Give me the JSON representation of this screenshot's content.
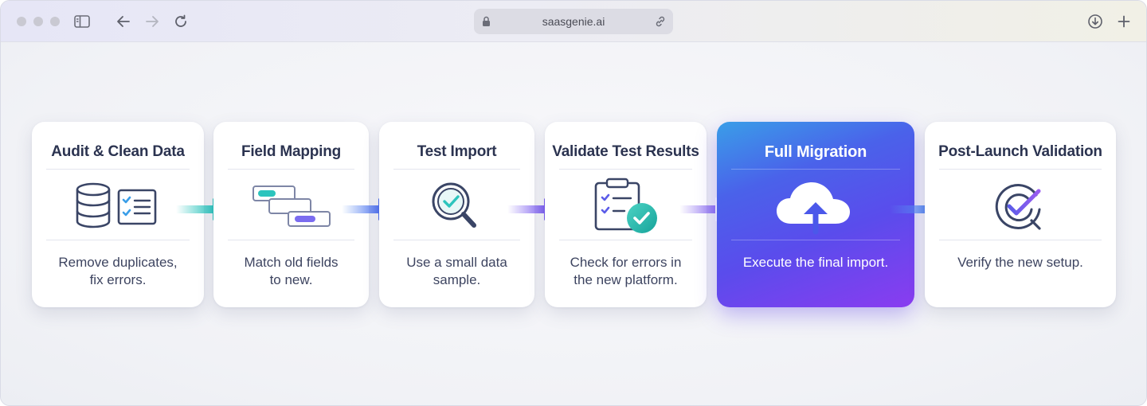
{
  "browser": {
    "url": "saasgenie.ai"
  },
  "steps": [
    {
      "title": "Audit & Clean Data",
      "description": "Remove duplicates,\nfix errors.",
      "icon": "database-checklist-icon"
    },
    {
      "title": "Field Mapping",
      "description": "Match old fields\nto new.",
      "icon": "field-mapping-icon"
    },
    {
      "title": "Test Import",
      "description": "Use a small data\nsample.",
      "icon": "magnifier-check-icon"
    },
    {
      "title": "Validate Test Results",
      "description": "Check for errors in\nthe new platform.",
      "icon": "clipboard-check-icon"
    },
    {
      "title": "Full Migration",
      "description": "Execute the final import.",
      "icon": "cloud-upload-icon",
      "highlighted": true
    },
    {
      "title": "Post-Launch Validation",
      "description": "Verify the new setup.",
      "icon": "target-check-icon"
    }
  ],
  "colors": {
    "accent_start": "#3a9ee8",
    "accent_end": "#8a3cf0",
    "teal": "#2cc4bd",
    "indigo": "#5b5ce8",
    "text": "#2b3350"
  }
}
